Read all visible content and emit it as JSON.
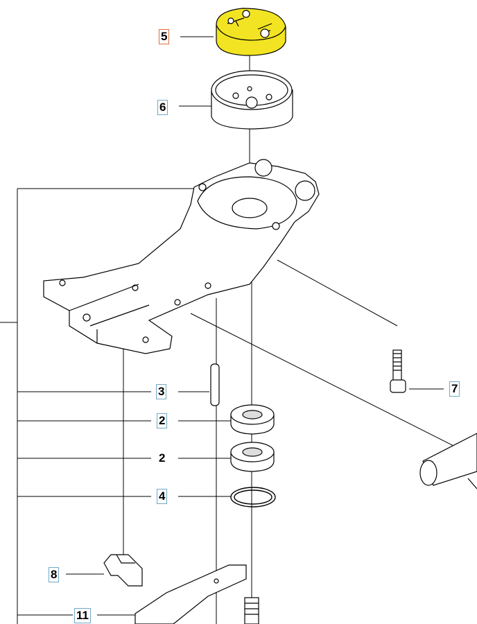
{
  "diagram": {
    "highlight_color": "#f2e422",
    "callout_border_color": "#6fa8c8",
    "selected_border_color": "#e06c3c",
    "callouts": [
      {
        "id": "c5",
        "label": "5",
        "selected": true
      },
      {
        "id": "c6",
        "label": "6"
      },
      {
        "id": "c7",
        "label": "7"
      },
      {
        "id": "c3",
        "label": "3"
      },
      {
        "id": "c2a",
        "label": "2"
      },
      {
        "id": "c2b",
        "label": "2"
      },
      {
        "id": "c4",
        "label": "4"
      },
      {
        "id": "c8",
        "label": "8"
      },
      {
        "id": "c11",
        "label": "11"
      }
    ]
  }
}
